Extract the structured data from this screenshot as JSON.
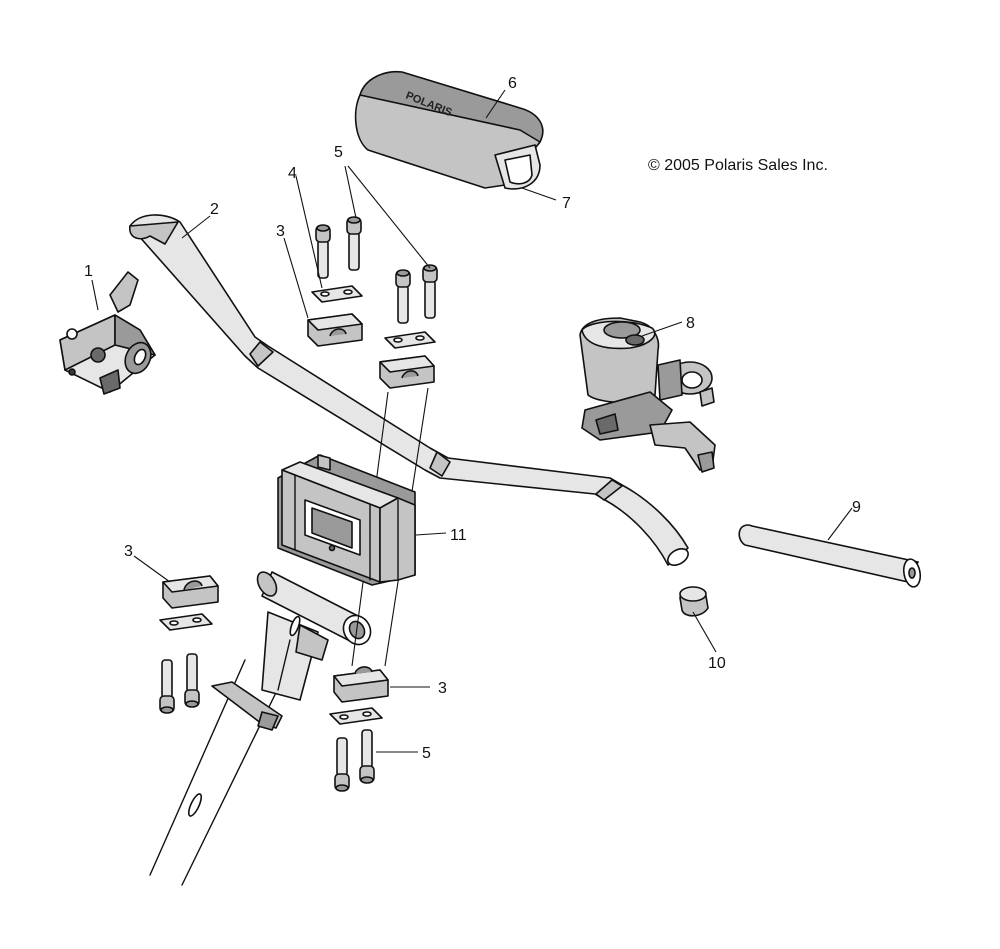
{
  "copyright": "© 2005 Polaris Sales Inc.",
  "cover_logo": "POLARIS",
  "callouts": [
    {
      "id": "c1",
      "text": "1"
    },
    {
      "id": "c2",
      "text": "2"
    },
    {
      "id": "c3a",
      "text": "3"
    },
    {
      "id": "c4",
      "text": "4"
    },
    {
      "id": "c5a",
      "text": "5"
    },
    {
      "id": "c6",
      "text": "6"
    },
    {
      "id": "c7",
      "text": "7"
    },
    {
      "id": "c8",
      "text": "8"
    },
    {
      "id": "c9",
      "text": "9"
    },
    {
      "id": "c10",
      "text": "10"
    },
    {
      "id": "c11",
      "text": "11"
    },
    {
      "id": "c3b",
      "text": "3"
    },
    {
      "id": "c3c",
      "text": "3"
    },
    {
      "id": "c5b",
      "text": "5"
    }
  ]
}
